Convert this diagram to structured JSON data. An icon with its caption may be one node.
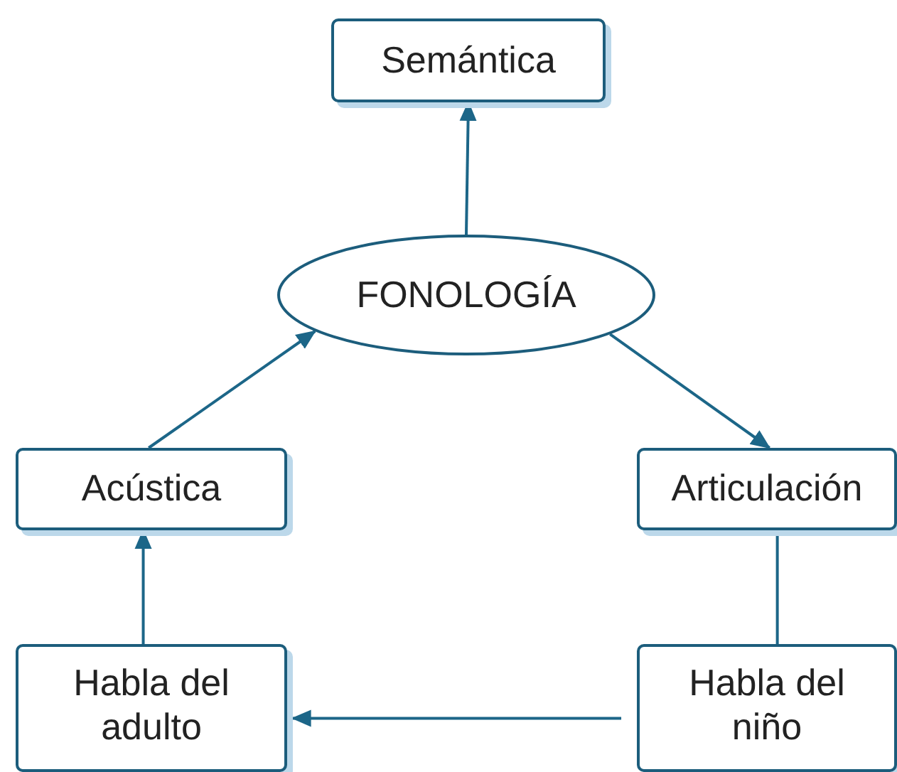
{
  "diagram": {
    "nodes": [
      {
        "text": [
          "Semántica"
        ]
      },
      {
        "text": [
          "FONOLOGÍA"
        ]
      },
      {
        "text": [
          "Acústica"
        ]
      },
      {
        "text": [
          "Articulación"
        ]
      },
      {
        "text": [
          "Habla del adulto"
        ]
      },
      {
        "text": [
          "Habla del niño"
        ]
      }
    ],
    "edges": [
      {
        "from": 1,
        "to": 0,
        "arrow": "to"
      },
      {
        "from": 2,
        "to": 1,
        "arrow": "to"
      },
      {
        "from": 1,
        "to": 3,
        "arrow": "to"
      },
      {
        "from": 3,
        "to": 5,
        "arrow": "none"
      },
      {
        "from": 5,
        "to": 4,
        "arrow": "to"
      },
      {
        "from": 4,
        "to": 2,
        "arrow": "to"
      }
    ]
  }
}
